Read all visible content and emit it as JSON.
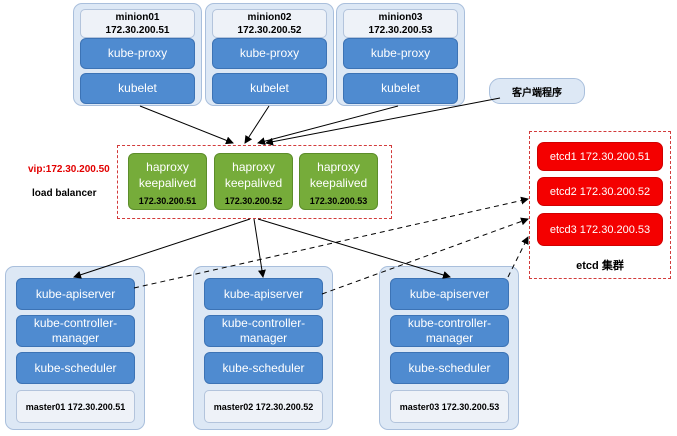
{
  "minions": [
    {
      "name": "minion01",
      "ip": "172.30.200.51",
      "services": [
        "kube-proxy",
        "kubelet"
      ]
    },
    {
      "name": "minion02",
      "ip": "172.30.200.52",
      "services": [
        "kube-proxy",
        "kubelet"
      ]
    },
    {
      "name": "minion03",
      "ip": "172.30.200.53",
      "services": [
        "kube-proxy",
        "kubelet"
      ]
    }
  ],
  "client": {
    "label": "客户端程序"
  },
  "load_balancer": {
    "vip": "vip:172.30.200.50",
    "label": "load balancer",
    "nodes": [
      {
        "line1": "haproxy",
        "line2": "keepalived",
        "ip": "172.30.200.51"
      },
      {
        "line1": "haproxy",
        "line2": "keepalived",
        "ip": "172.30.200.52"
      },
      {
        "line1": "haproxy",
        "line2": "keepalived",
        "ip": "172.30.200.53"
      }
    ]
  },
  "etcd": {
    "nodes": [
      "etcd1 172.30.200.51",
      "etcd2 172.30.200.52",
      "etcd3 172.30.200.53"
    ],
    "label": "etcd 集群"
  },
  "masters": [
    {
      "footer": "master01 172.30.200.51",
      "components": [
        "kube-apiserver",
        "kube-controller-manager",
        "kube-scheduler"
      ]
    },
    {
      "footer": "master02 172.30.200.52",
      "components": [
        "kube-apiserver",
        "kube-controller-manager",
        "kube-scheduler"
      ]
    },
    {
      "footer": "master03 172.30.200.53",
      "components": [
        "kube-apiserver",
        "kube-controller-manager",
        "kube-scheduler"
      ]
    }
  ],
  "colors": {
    "panel": "#dde8f5",
    "service": "#4f8bd0",
    "haproxy": "#76ac3a",
    "etcd": "#f40000",
    "dashed_border": "#d23b3b"
  }
}
